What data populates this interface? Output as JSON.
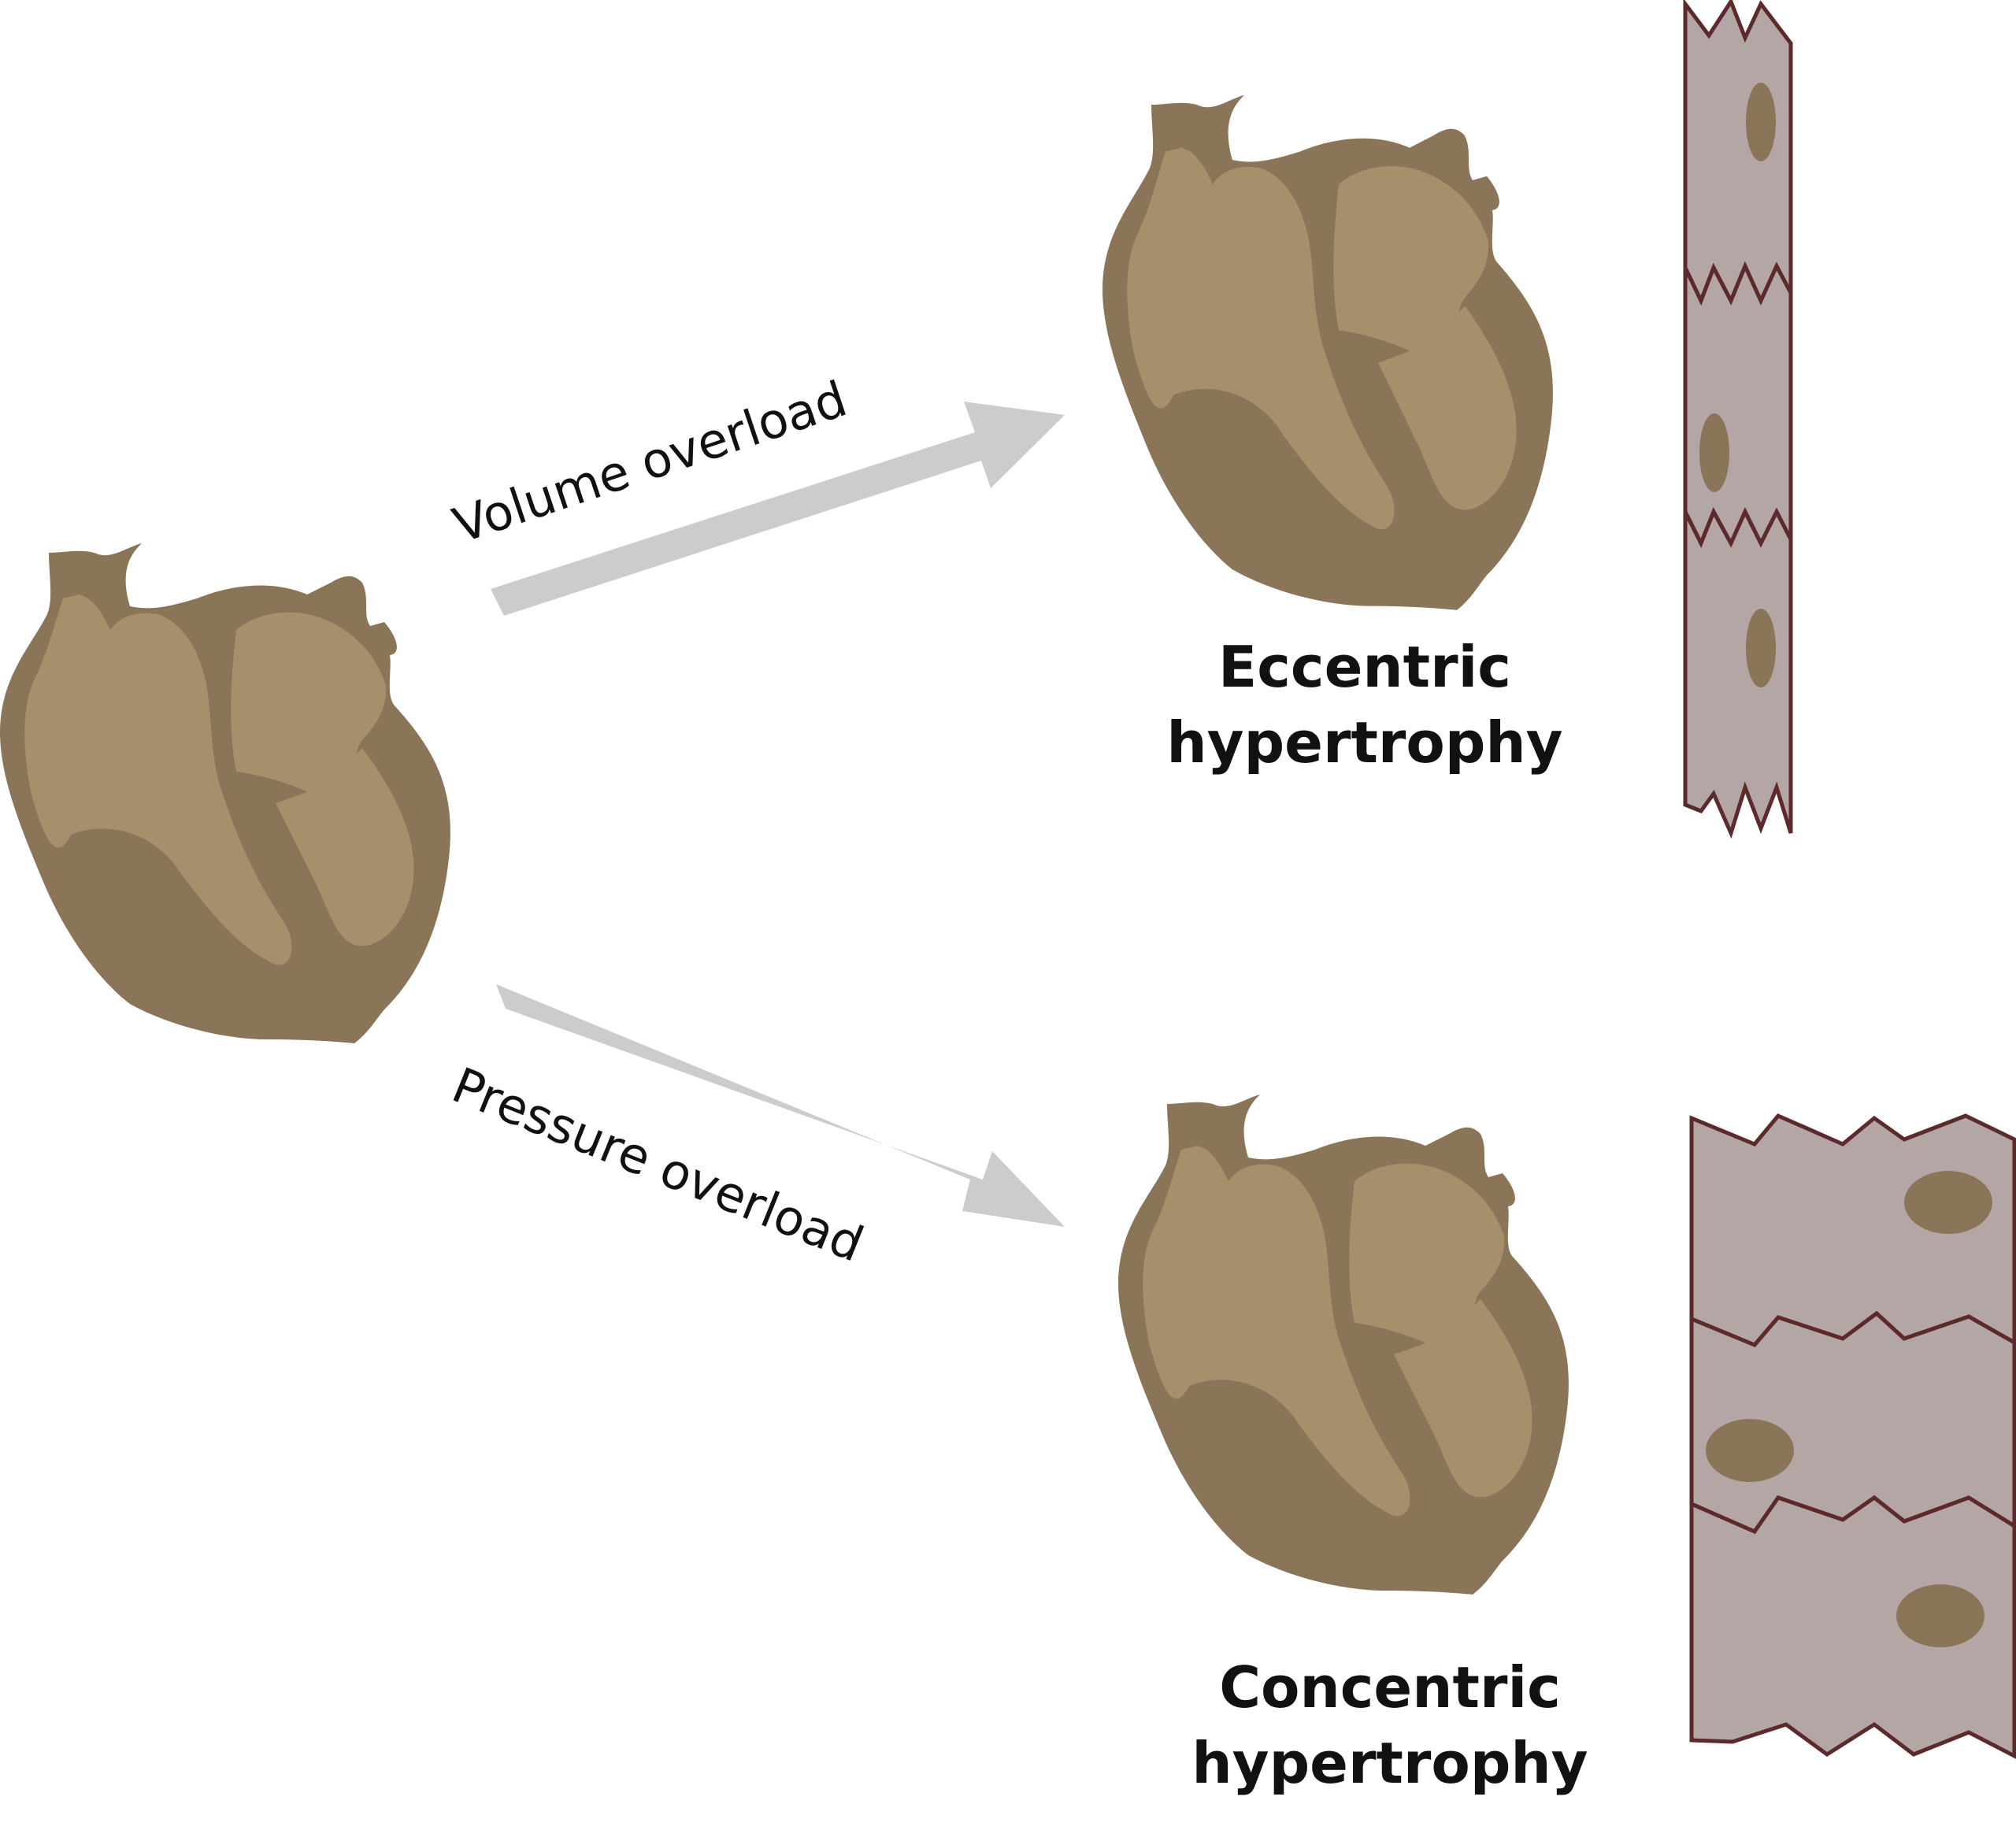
{
  "colors": {
    "heart_light": "#a88f6c",
    "heart_dark": "#8a7558",
    "arrow": "#cccccc",
    "cell_fill": "#b5a6a6",
    "cell_stroke": "#5c2a2a",
    "nucleus": "#8a7558",
    "text": "#111111"
  },
  "arrows": {
    "volume_label": "Volume overload",
    "pressure_label": "Pressure overload"
  },
  "outcomes": {
    "eccentric": {
      "line1": "Eccentric",
      "line2": "hypertrophy"
    },
    "concentric": {
      "line1": "Concentric",
      "line2": "hypertrophy"
    }
  }
}
